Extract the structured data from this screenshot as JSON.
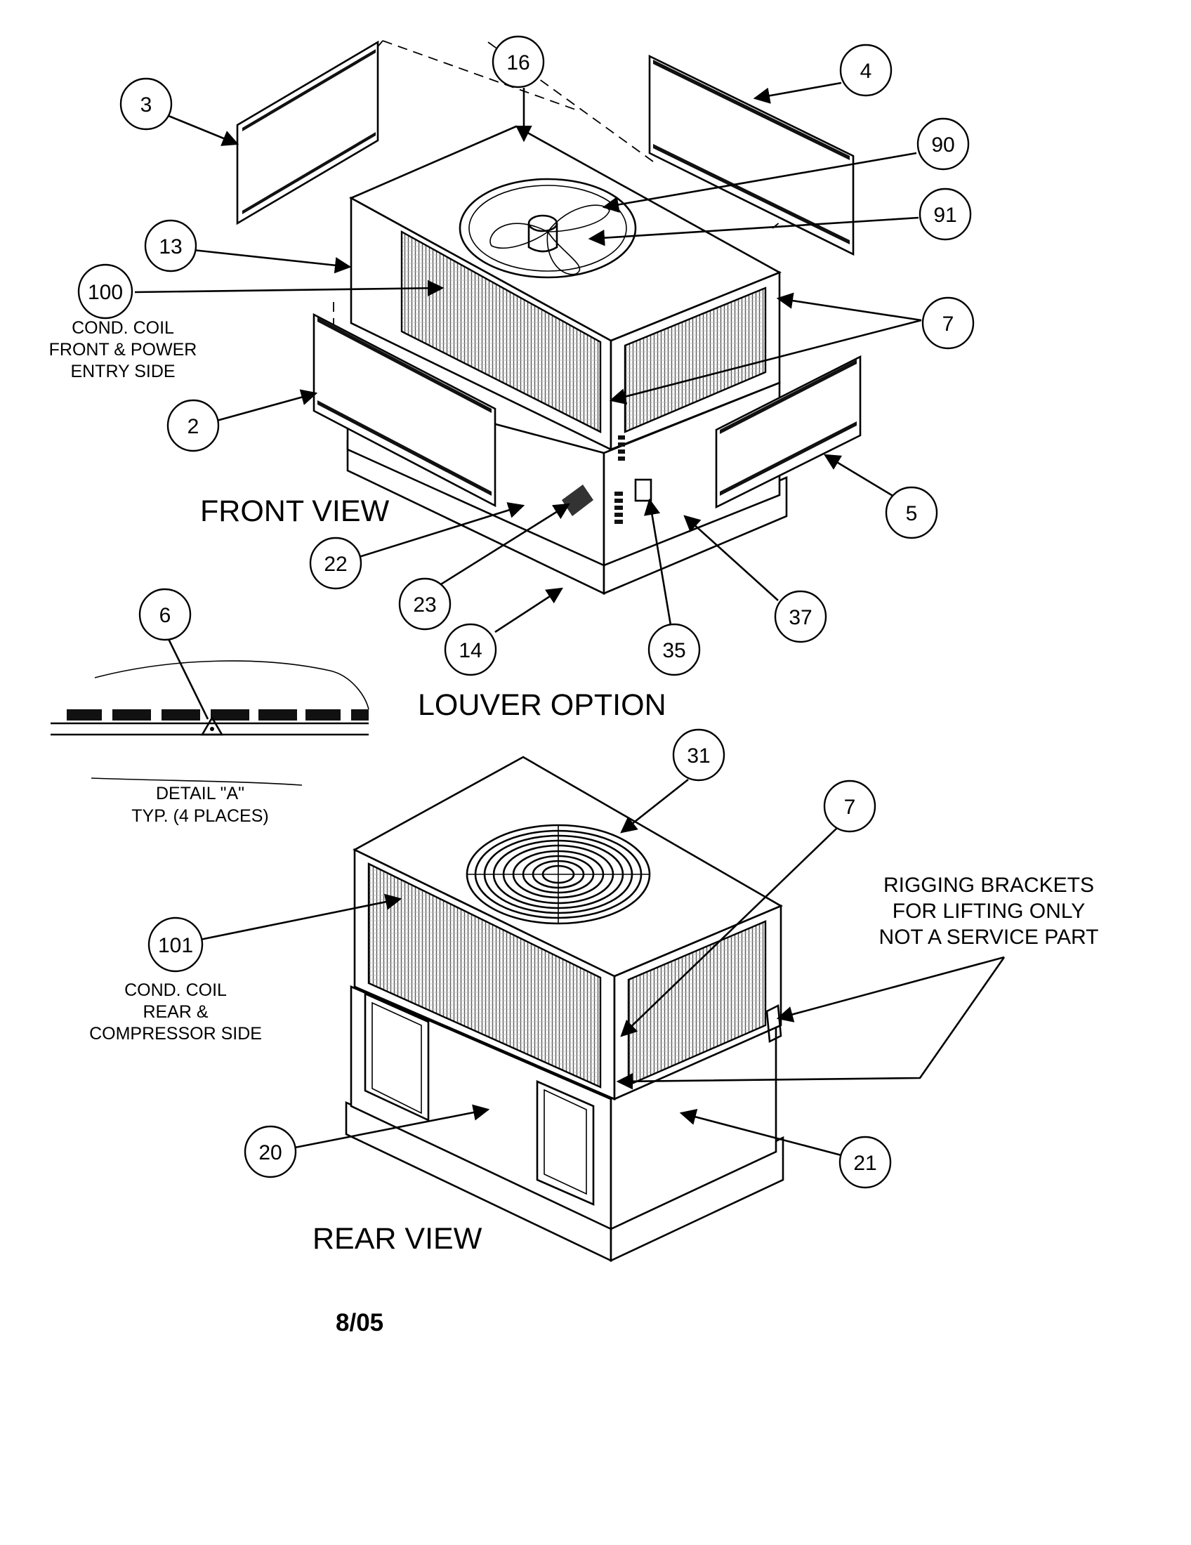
{
  "callouts": [
    {
      "id": "c3",
      "label": "3"
    },
    {
      "id": "c16",
      "label": "16"
    },
    {
      "id": "c4",
      "label": "4"
    },
    {
      "id": "c90",
      "label": "90"
    },
    {
      "id": "c91",
      "label": "91"
    },
    {
      "id": "c13",
      "label": "13"
    },
    {
      "id": "c100",
      "label": "100"
    },
    {
      "id": "c7a",
      "label": "7"
    },
    {
      "id": "c2",
      "label": "2"
    },
    {
      "id": "c5",
      "label": "5"
    },
    {
      "id": "c22",
      "label": "22"
    },
    {
      "id": "c23",
      "label": "23"
    },
    {
      "id": "c37",
      "label": "37"
    },
    {
      "id": "c6",
      "label": "6"
    },
    {
      "id": "c14",
      "label": "14"
    },
    {
      "id": "c35",
      "label": "35"
    },
    {
      "id": "c31",
      "label": "31"
    },
    {
      "id": "c7b",
      "label": "7"
    },
    {
      "id": "c101",
      "label": "101"
    },
    {
      "id": "c20",
      "label": "20"
    },
    {
      "id": "c21",
      "label": "21"
    }
  ],
  "notes": {
    "coil_front": [
      "COND. COIL",
      "FRONT & POWER",
      "ENTRY SIDE"
    ],
    "coil_rear": [
      "COND. COIL",
      "REAR &",
      "COMPRESSOR SIDE"
    ],
    "detail": [
      "DETAIL \"A\"",
      "TYP. (4 PLACES)"
    ],
    "rigging": [
      "RIGGING BRACKETS",
      "FOR LIFTING ONLY",
      "NOT A SERVICE PART"
    ]
  },
  "labels": {
    "front_view": "FRONT VIEW",
    "louver_option": "LOUVER OPTION",
    "rear_view": "REAR VIEW",
    "date": "8/05"
  }
}
